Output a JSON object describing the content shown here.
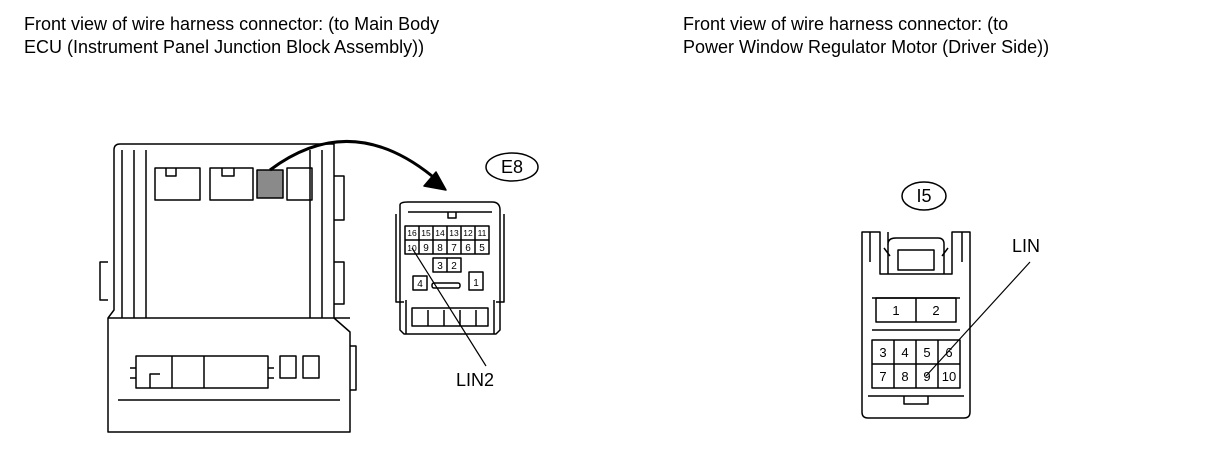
{
  "captions": {
    "left": {
      "line1": "Front view of wire harness connector: (to Main Body",
      "line2": "ECU (Instrument Panel Junction Block Assembly))"
    },
    "right": {
      "line1": "Front view of wire harness connector: (to",
      "line2": "Power Window Regulator Motor (Driver Side))"
    }
  },
  "connector_e8": {
    "id": "E8",
    "pins_top_row": [
      "16",
      "15",
      "14",
      "13",
      "12",
      "11"
    ],
    "pins_mid_row": [
      "10",
      "9",
      "8",
      "7",
      "6",
      "5"
    ],
    "pins_low_row": [
      "3",
      "2"
    ],
    "pin_left": "4",
    "pin_right": "1",
    "callout": "LIN2"
  },
  "connector_i5": {
    "id": "I5",
    "pins_upper": [
      "1",
      "2"
    ],
    "pins_row1": [
      "3",
      "4",
      "5",
      "6"
    ],
    "pins_row2": [
      "7",
      "8",
      "9",
      "10"
    ],
    "callout": "LIN"
  }
}
